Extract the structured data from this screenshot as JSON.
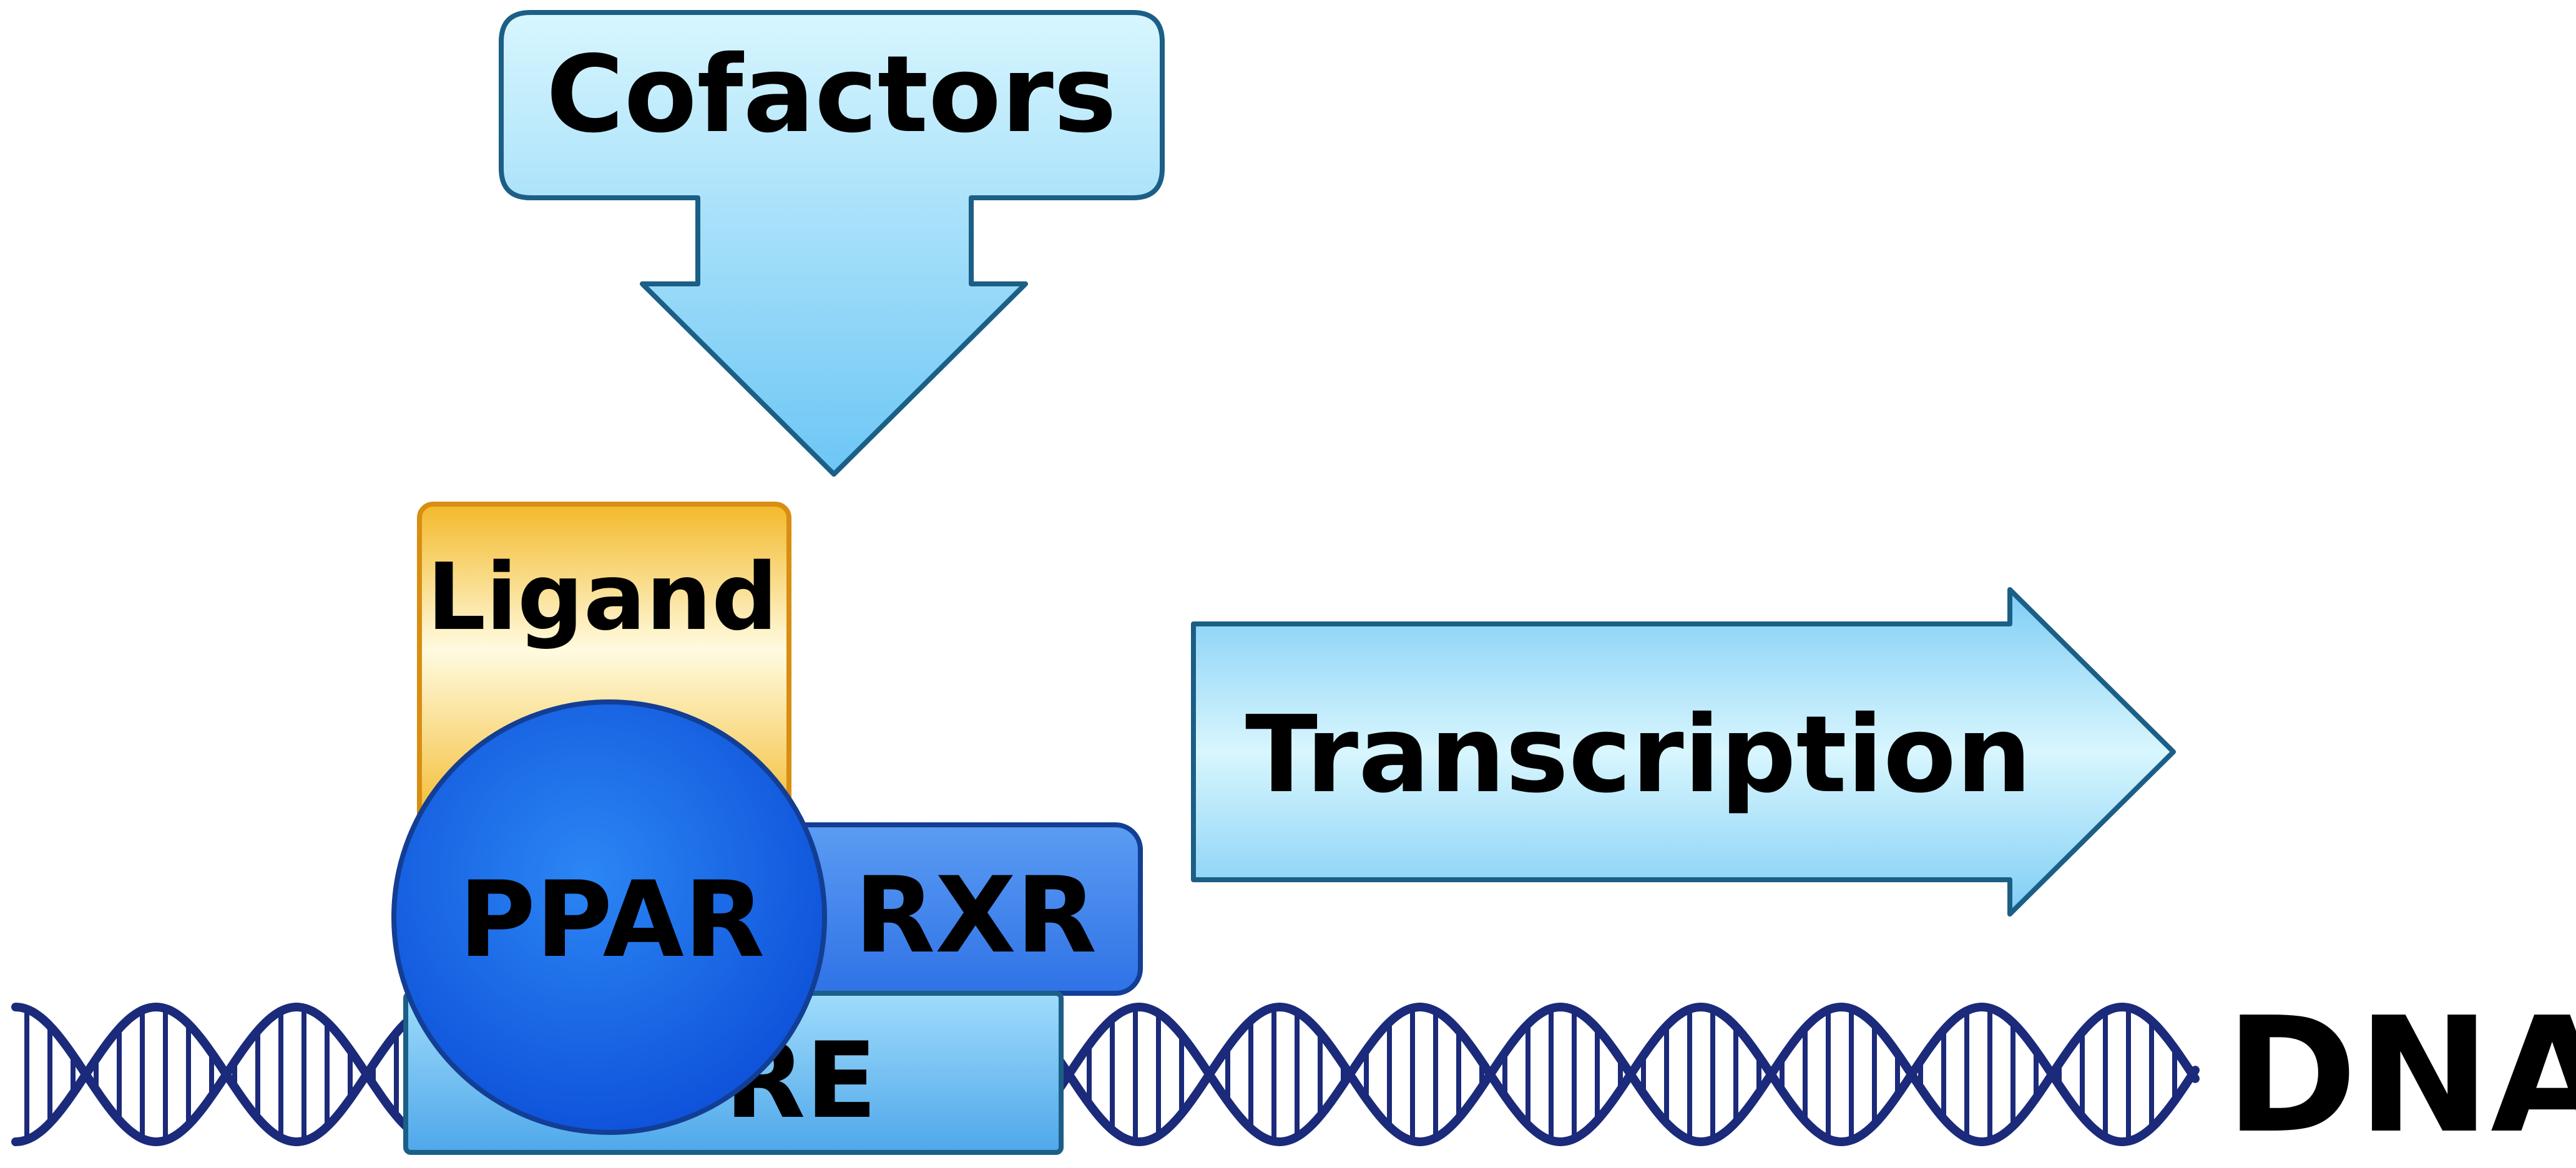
{
  "labels": {
    "cofactors": "Cofactors",
    "ligand": "Ligand",
    "ppar": "PPAR",
    "rxr": "RXR",
    "ppre": "PPRE",
    "transcription": "Transcription",
    "dna": "DNA"
  },
  "colors": {
    "arrow_fill_light": "#d8f6fe",
    "arrow_fill_dark": "#6cc6f5",
    "arrow_stroke": "#1c5f86",
    "ligand_fill_light": "#fffbe0",
    "ligand_fill_dark": "#f3b92a",
    "ligand_stroke": "#d88e12",
    "ppar_fill_light": "#2c86f4",
    "ppar_fill_dark": "#0a4bd6",
    "ppar_stroke": "#123e94",
    "rxr_fill": "#3f86f0",
    "ppre_fill_light": "#9fdcfb",
    "ppre_fill_dark": "#4fa7ea",
    "ppre_stroke": "#1c5f86",
    "dna_stroke": "#1b2a7a"
  }
}
